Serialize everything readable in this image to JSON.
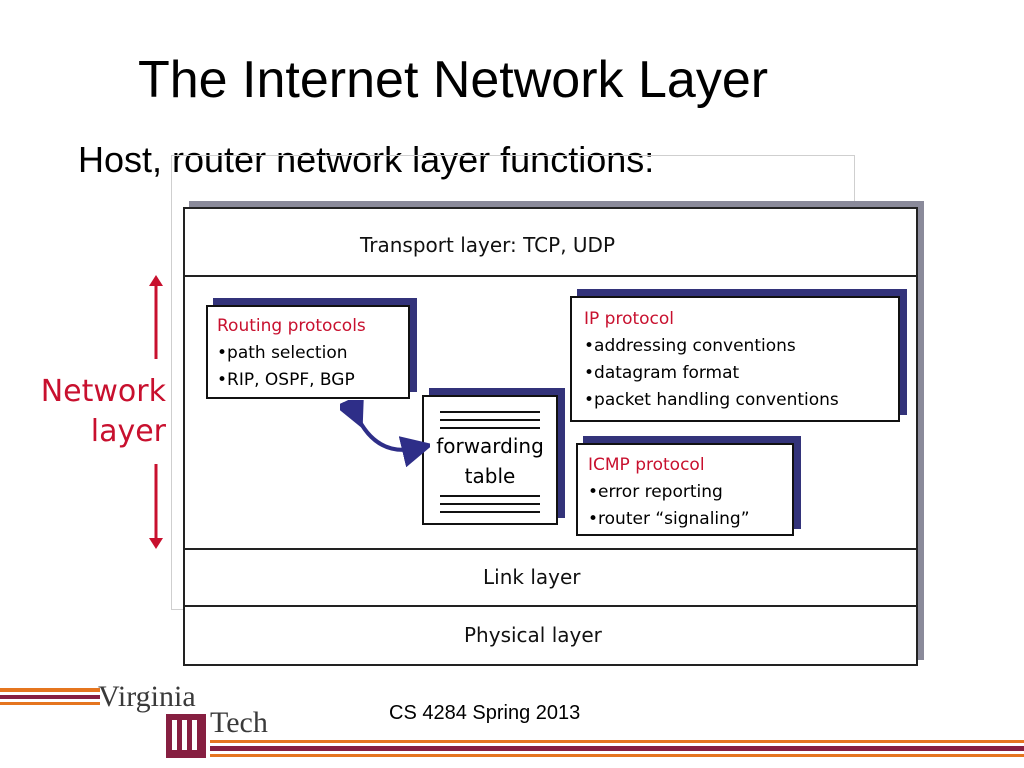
{
  "slide": {
    "title": "The Internet Network Layer",
    "subtitle": "Host, router network layer functions:",
    "footer": "CS 4284 Spring 2013"
  },
  "diagram": {
    "layers": {
      "transport": "Transport layer: TCP, UDP",
      "link": "Link layer",
      "physical": "Physical layer"
    },
    "network_label": [
      "Network",
      "layer"
    ],
    "routing_box": {
      "heading": "Routing protocols",
      "items": [
        "•path selection",
        "•RIP, OSPF, BGP"
      ]
    },
    "ip_box": {
      "heading": "IP protocol",
      "items": [
        "•addressing conventions",
        "•datagram format",
        "•packet handling conventions"
      ]
    },
    "icmp_box": {
      "heading": "ICMP protocol",
      "items": [
        "•error reporting",
        "•router “signaling”"
      ]
    },
    "forwarding_table": [
      "forwarding",
      "table"
    ]
  },
  "logo": {
    "name": "Virginia Tech",
    "line1": "Virginia",
    "line2": "Tech"
  },
  "colors": {
    "accent": "#c8102e",
    "shadow": "#33337a",
    "brand": "#861f41",
    "gold": "#e5751f"
  }
}
